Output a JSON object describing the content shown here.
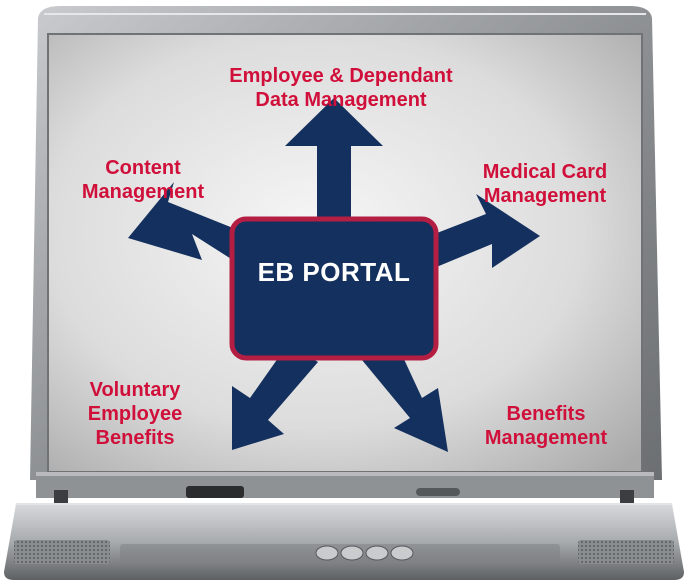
{
  "diagram": {
    "hub": {
      "label": "EB PORTAL"
    },
    "nodes": [
      {
        "id": "employee-data",
        "lines": [
          "Employee & Dependant",
          "Data Management"
        ]
      },
      {
        "id": "content",
        "lines": [
          "Content",
          "Management"
        ]
      },
      {
        "id": "medical-card",
        "lines": [
          "Medical Card",
          "Management"
        ]
      },
      {
        "id": "voluntary",
        "lines": [
          "Voluntary",
          "Employee",
          "Benefits"
        ]
      },
      {
        "id": "benefits",
        "lines": [
          "Benefits",
          "Management"
        ]
      }
    ]
  },
  "colors": {
    "label_red": "#d0103a",
    "arrow_navy": "#14305e",
    "hub_fill": "#14305e",
    "hub_border": "#b51e43",
    "screen_light": "#ececec",
    "screen_dark": "#b9b9b9",
    "bezel": "#9da0a4"
  }
}
